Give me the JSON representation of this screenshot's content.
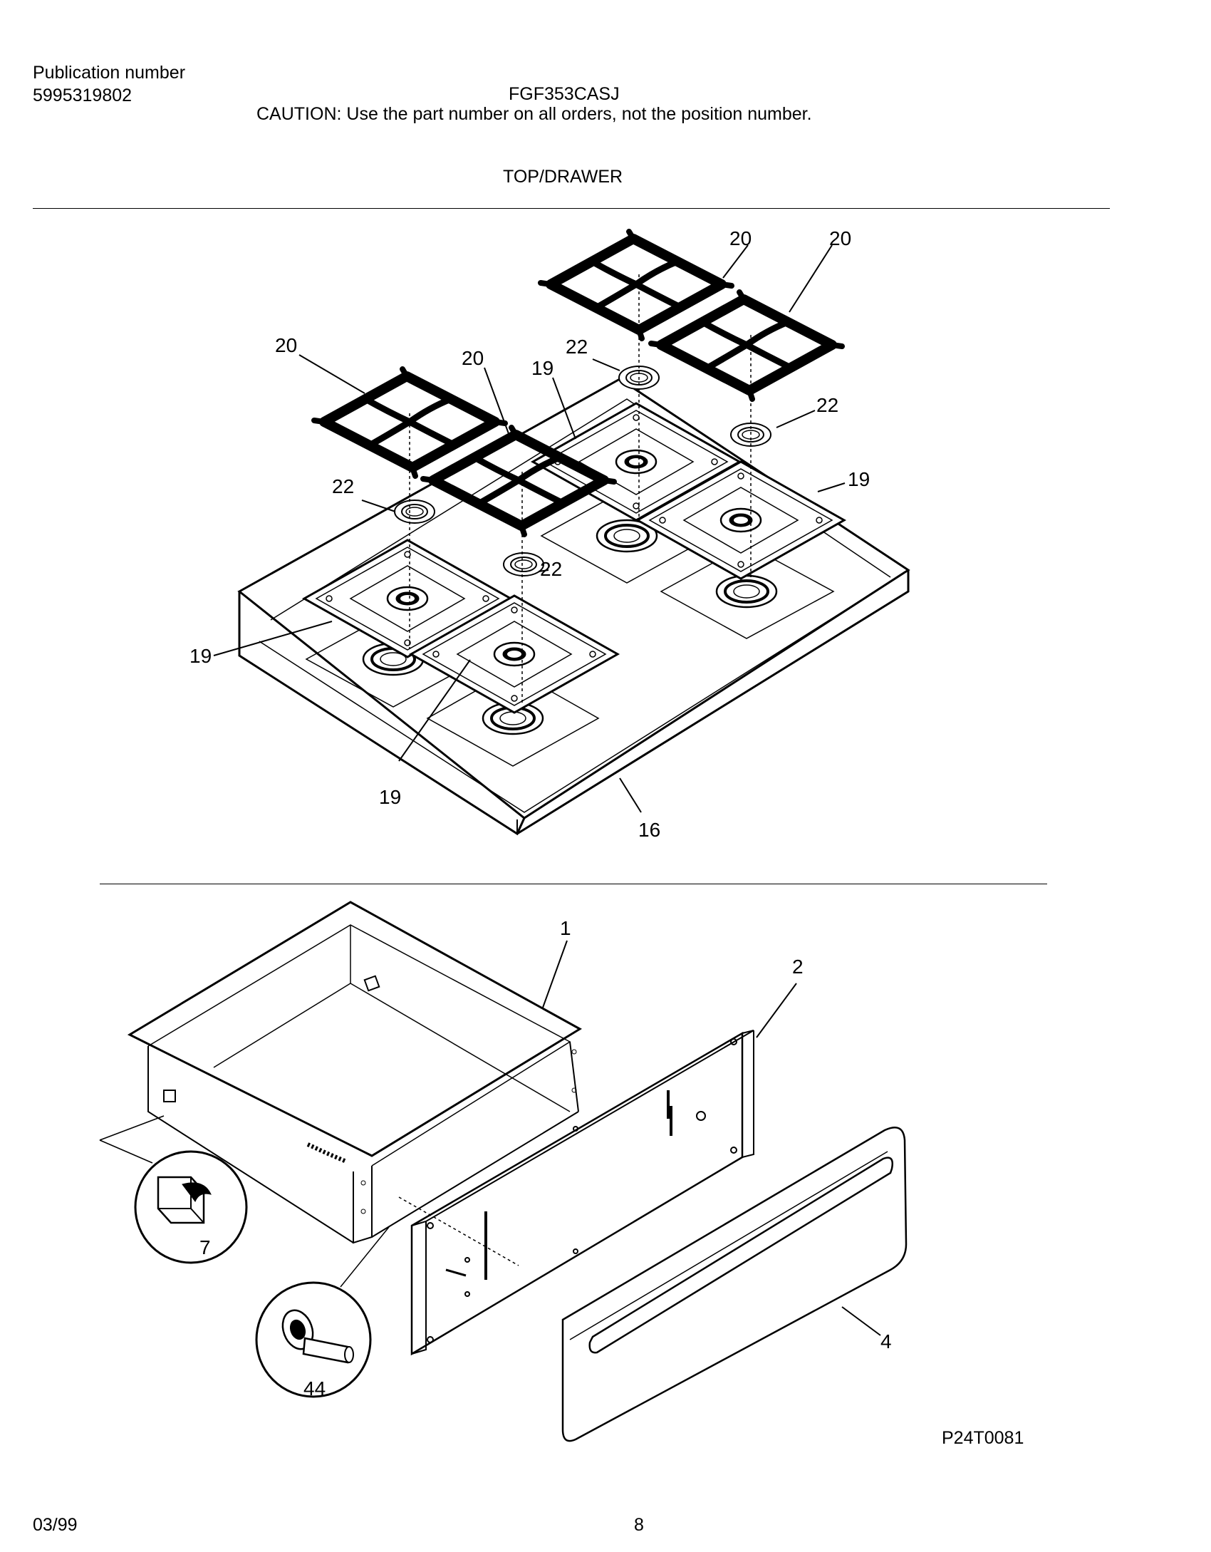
{
  "header": {
    "publication_label": "Publication number",
    "publication_number": "5995319802",
    "model": "FGF353CASJ",
    "caution": "CAUTION:  Use the part number on all orders, not the position number.",
    "section_title": "TOP/DRAWER"
  },
  "callouts": {
    "grate": "20",
    "burner_cap": "22",
    "burner_pan": "19",
    "cooktop": "16",
    "drawer_body": "1",
    "drawer_front_panel": "2",
    "drawer_trim": "4",
    "drawer_clip": "7",
    "drawer_roller": "44"
  },
  "footer": {
    "diagram_code": "P24T0081",
    "date": "03/99",
    "page_number": "8"
  }
}
